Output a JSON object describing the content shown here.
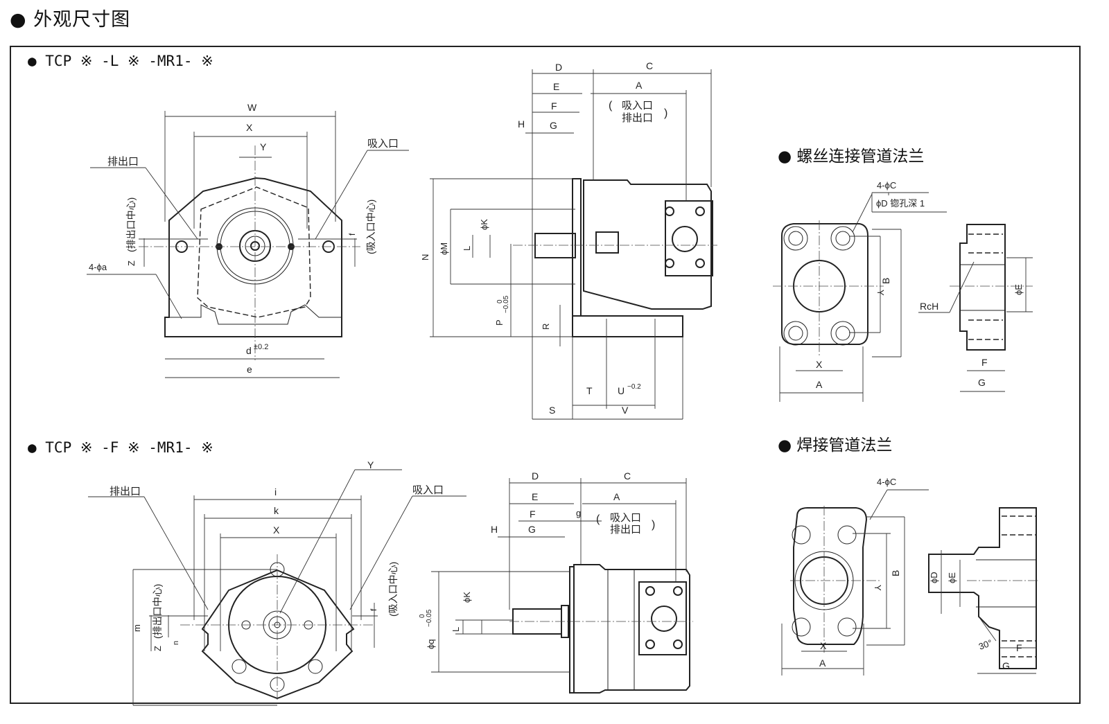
{
  "page_title": "● 外观尺寸图",
  "sections": {
    "foot_mount": {
      "model": "●  TCP ※ -L ※ -MR1- ※",
      "front_view": {
        "dims": [
          "W",
          "X",
          "Y",
          "Z",
          "f",
          "d",
          "e"
        ],
        "d_tolerance": "±0.2",
        "labels": {
          "outlet": "排出口",
          "inlet": "吸入口",
          "outlet_center": "(排出口中心)",
          "inlet_center": "(吸入口中心)",
          "holes": "4-ϕa"
        }
      },
      "side_view": {
        "dims": [
          "D",
          "C",
          "E",
          "A",
          "F",
          "H",
          "G",
          "N",
          "ϕM",
          "ϕK",
          "L",
          "P",
          "R",
          "S",
          "T",
          "U",
          "V"
        ],
        "p_tolerance_upper": "0",
        "p_tolerance_lower": "−0.05",
        "u_tolerance": "−0.2",
        "port_note_1": "吸入口",
        "port_note_2": "排出口"
      }
    },
    "flange_mount": {
      "model": "●  TCP ※ -F ※ -MR1- ※",
      "front_view": {
        "dims": [
          "i",
          "k",
          "X",
          "Y",
          "m",
          "Z",
          "n",
          "f"
        ],
        "labels": {
          "outlet": "排出口",
          "inlet": "吸入口",
          "outlet_center": "(排出口中心)",
          "inlet_center": "(吸入口中心)"
        }
      },
      "side_view": {
        "dims": [
          "D",
          "C",
          "E",
          "A",
          "F",
          "g",
          "H",
          "G",
          "ϕK",
          "L",
          "ϕq"
        ],
        "q_tolerance_upper": "0",
        "q_tolerance_lower": "−0.05",
        "port_note_1": "吸入口",
        "port_note_2": "排出口"
      }
    },
    "threaded_flange": {
      "title": "●  螺丝连接管道法兰",
      "holes": "4-ϕC",
      "counterbore": "ϕD 锪孔深 1",
      "dims": [
        "B",
        "Y",
        "X",
        "A",
        "ϕE",
        "F",
        "G"
      ],
      "thread": "RcH"
    },
    "welded_flange": {
      "title": "●  焊接管道法兰",
      "holes": "4-ϕC",
      "dims": [
        "B",
        "Y",
        "X",
        "A",
        "ϕD",
        "ϕE",
        "F",
        "G"
      ],
      "angle": "30°"
    }
  }
}
